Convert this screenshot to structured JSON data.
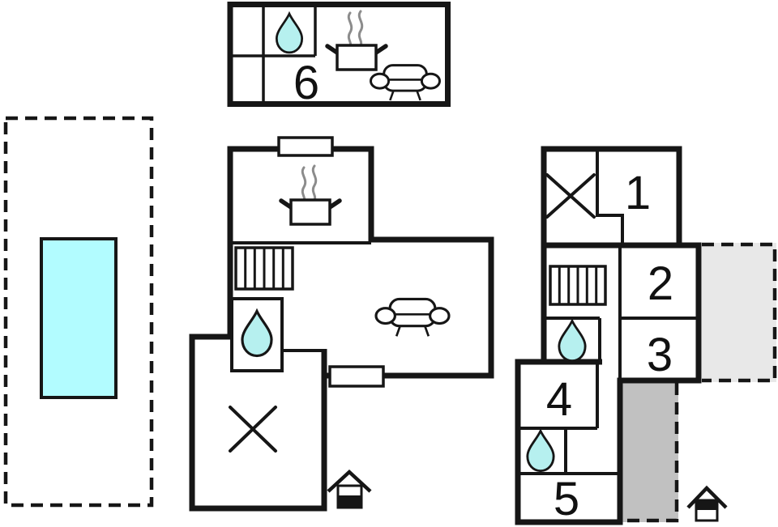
{
  "plan_title": "holiday-home-floor-plan",
  "colors": {
    "wall": "#161616",
    "label": "#111111",
    "water": "#b6f0ef",
    "pool": "#b2fcff",
    "plot": "#e8e8e8",
    "terrace": "#c1c1c1",
    "steam": "#8c8c8c",
    "background": "#ffffff"
  },
  "pool_area": {
    "features": [
      "plot-boundary-dashed",
      "swimming-pool"
    ]
  },
  "annex": {
    "unit_label": "6",
    "icons": [
      "water-drop-icon",
      "stove-icon",
      "sofa-icon"
    ]
  },
  "main_house": {
    "icons": [
      "stove-icon",
      "stairs-icon",
      "water-drop-icon",
      "sofa-icon",
      "double-bed-icon"
    ],
    "windows": 2,
    "entrance_marker": "ground-floor-house-icon"
  },
  "upper_house": {
    "rooms": [
      {
        "label": "1"
      },
      {
        "label": "2"
      },
      {
        "label": "3"
      },
      {
        "label": "4"
      },
      {
        "label": "5"
      }
    ],
    "icons": [
      "double-bed-icon",
      "stairs-icon",
      "water-drop-icon",
      "water-drop-icon"
    ],
    "areas": [
      "dashed-balcony",
      "shaded-terrace"
    ],
    "entrance_marker": "upper-floor-house-icon"
  }
}
